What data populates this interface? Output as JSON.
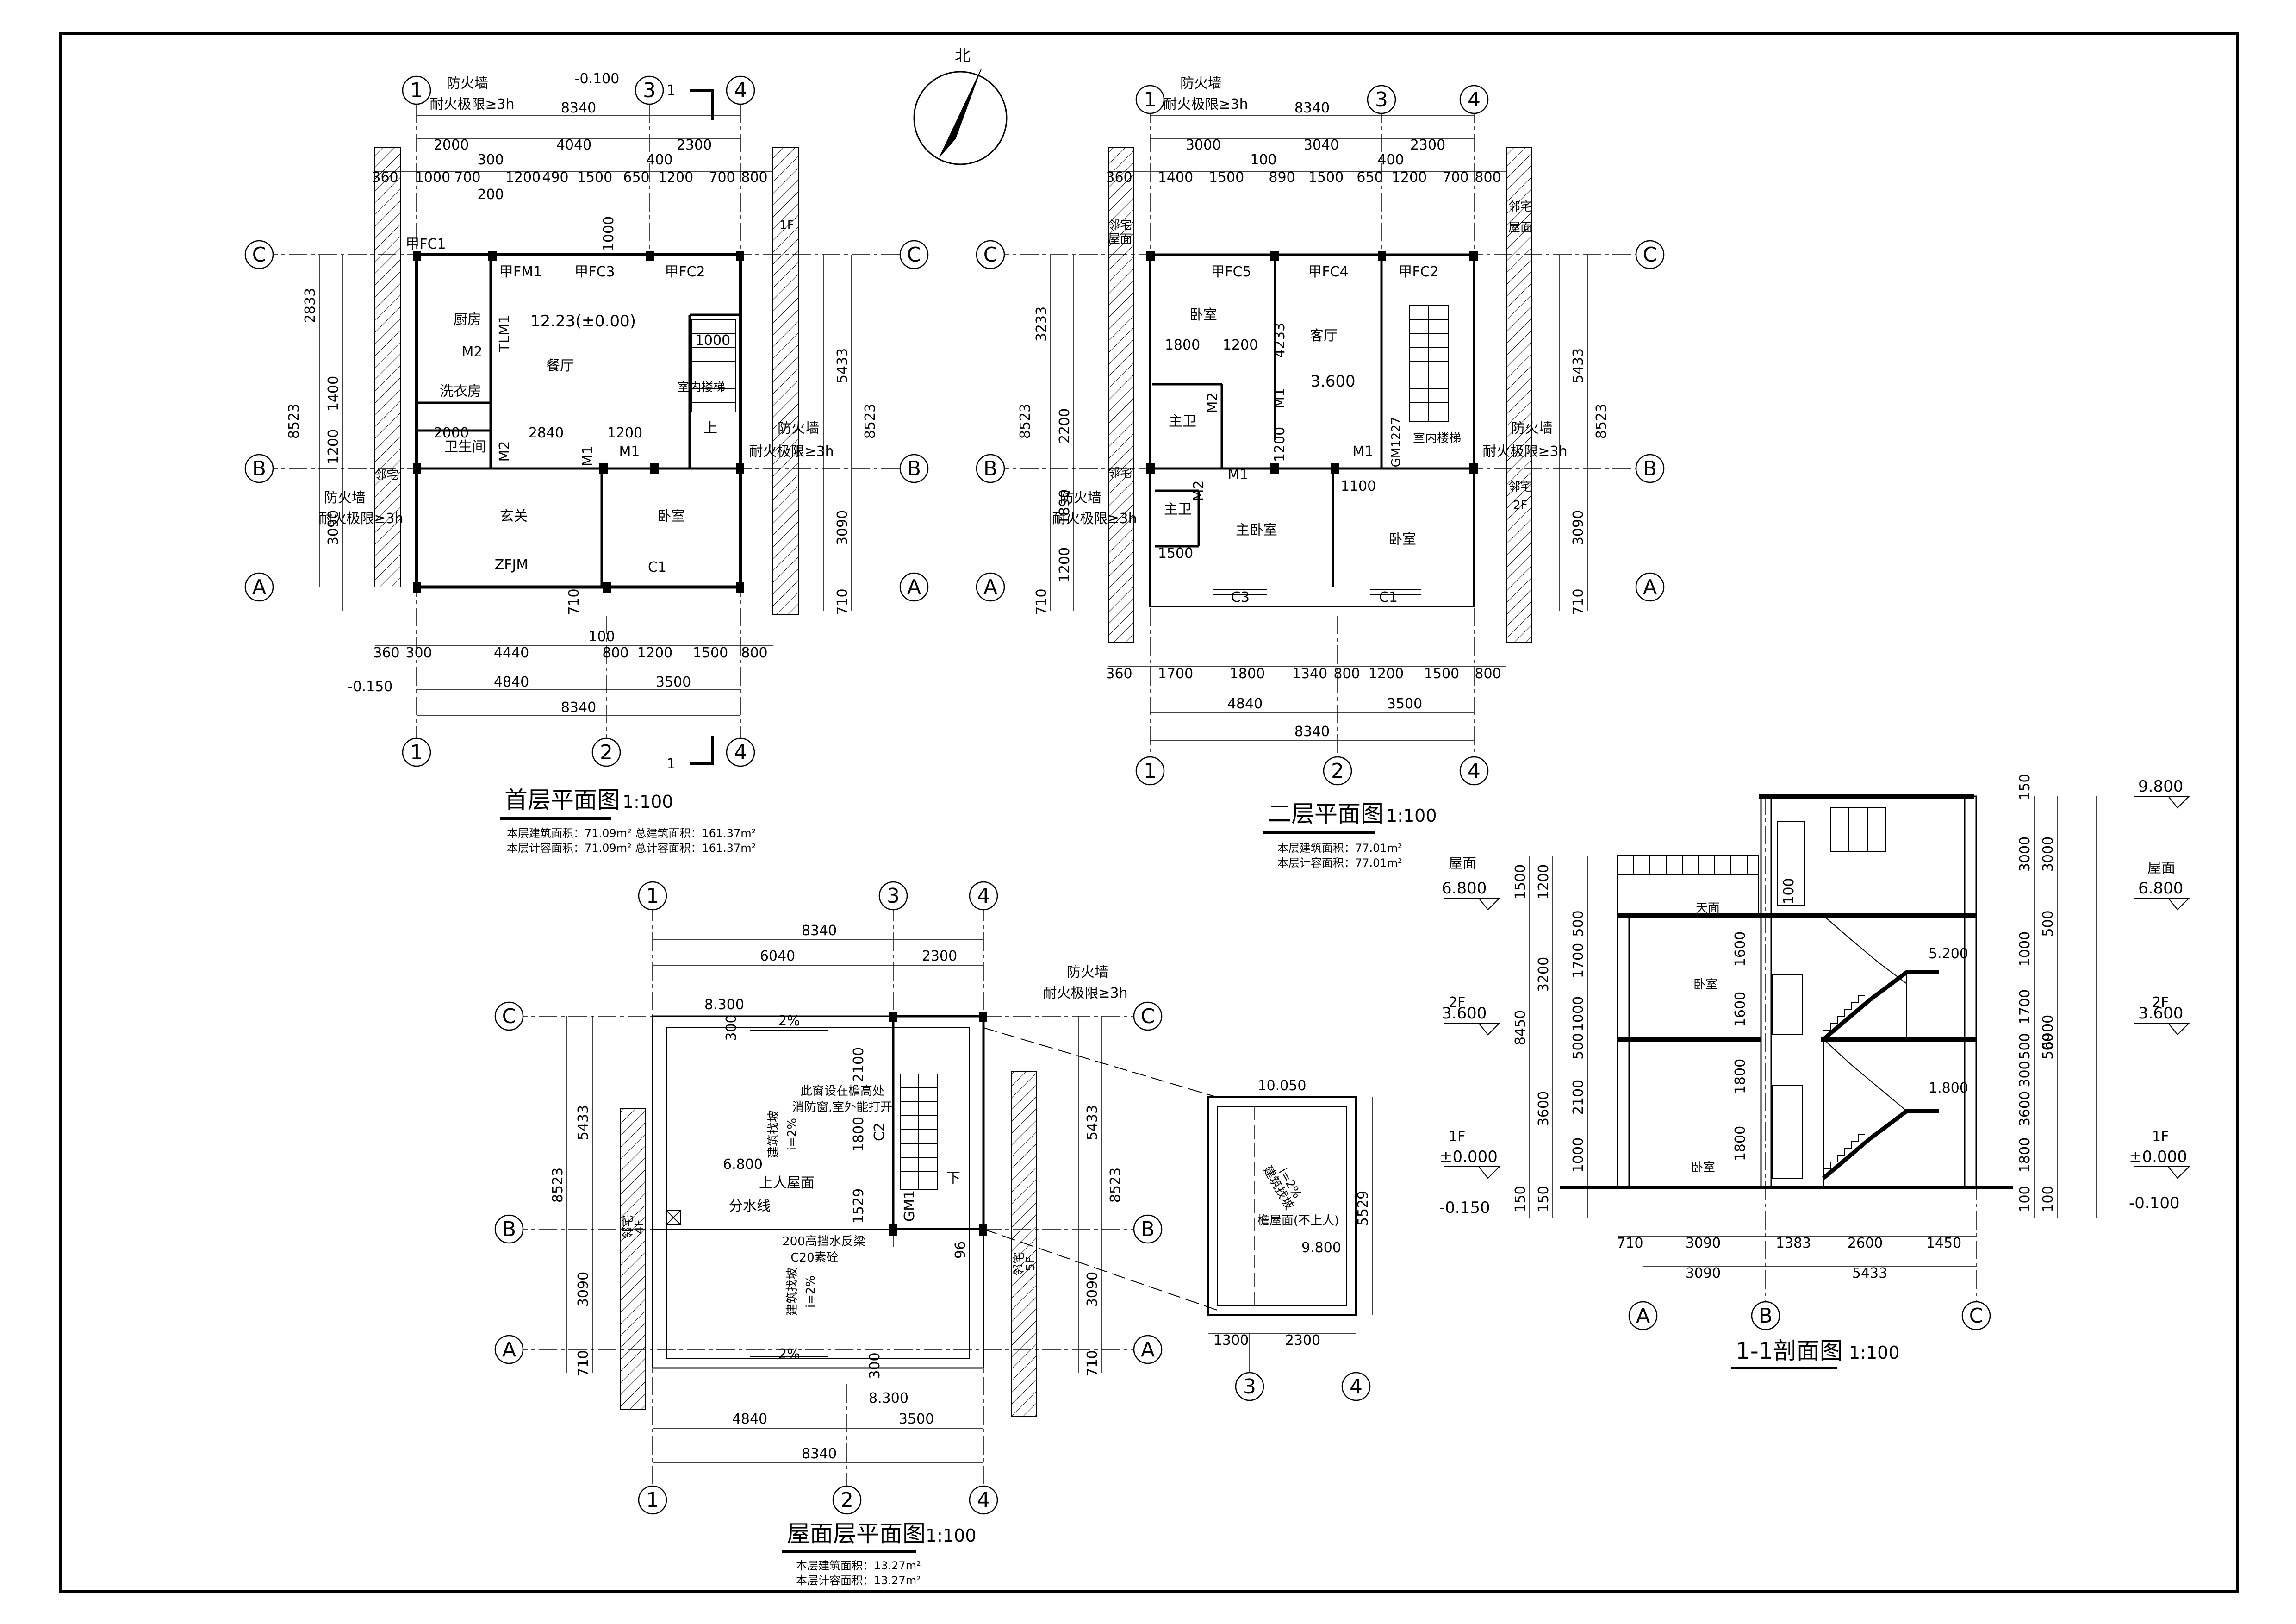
{
  "north_label": "北",
  "axis_letters": [
    "A",
    "B",
    "C"
  ],
  "axis_numbers": [
    "1",
    "2",
    "3",
    "4"
  ],
  "ground_floor": {
    "title": "首层平面图",
    "scale": "1:100",
    "area_line1": "本层建筑面积：71.09m²   总建筑面积：161.37m²",
    "area_line2": "本层计容面积：71.09m²   总计容面积：161.37m²",
    "elev_top": "-0.100",
    "elev_bottom": "-0.150",
    "elev_center": "12.23(±0.00)",
    "dim_overall": "8340",
    "dims_top_row1": [
      "2000",
      "4040",
      "2300"
    ],
    "dims_top_row2": [
      "360",
      "1000",
      "700",
      "1200",
      "490",
      "1500",
      "650",
      "1200",
      "700",
      "800"
    ],
    "dims_top_small": [
      "300",
      "200",
      "400",
      "1000"
    ],
    "dims_bottom_row1": [
      "360",
      "300",
      "4440",
      "800",
      "1200",
      "1500",
      "800"
    ],
    "dims_bottom_row2": [
      "4840",
      "3500"
    ],
    "dims_bottom_small": [
      "100"
    ],
    "dims_left": [
      "2833",
      "1400",
      "1200",
      "3090",
      "8523"
    ],
    "dims_right": [
      "5433",
      "3090",
      "8523",
      "710",
      "710"
    ],
    "dims_inner": [
      "2000",
      "2840",
      "1200",
      "1000",
      "710"
    ],
    "rooms": [
      "厨房",
      "餐厅",
      "洗衣房",
      "卫生间",
      "玄关",
      "卧室",
      "室内楼梯"
    ],
    "doors": [
      "甲FC1",
      "甲FM1",
      "甲FC3",
      "甲FC2",
      "TLM1",
      "M2",
      "M2",
      "M1",
      "M1",
      "ZFJM",
      "C1"
    ],
    "fire_wall": [
      "防火墙",
      "耐火极限≥3h"
    ],
    "neighbor": [
      "邻宅",
      "1F"
    ],
    "stair_up": "上",
    "section_mark": "1"
  },
  "second_floor": {
    "title": "二层平面图",
    "scale": "1:100",
    "area_line1": "本层建筑面积：77.01m²",
    "area_line2": "本层计容面积：77.01m²",
    "dim_overall": "8340",
    "dims_top_row1": [
      "3000",
      "3040",
      "2300"
    ],
    "dims_top_row2": [
      "360",
      "1400",
      "1500",
      "890",
      "1500",
      "650",
      "1200",
      "700",
      "800"
    ],
    "dims_top_small": [
      "100",
      "400"
    ],
    "dims_bottom_row1": [
      "360",
      "1700",
      "1800",
      "1340",
      "800",
      "1200",
      "1500",
      "800"
    ],
    "dims_bottom_row2": [
      "4840",
      "3500"
    ],
    "dims_left": [
      "3233",
      "2200",
      "1890",
      "1200",
      "8523",
      "710"
    ],
    "dims_right": [
      "5433",
      "8523",
      "3090",
      "710"
    ],
    "dims_inner": [
      "1800",
      "1200",
      "4233",
      "1200",
      "1100",
      "1500"
    ],
    "elev": "3.600",
    "rooms": [
      "卧室",
      "客厅",
      "主卫",
      "主卫",
      "主卧室",
      "卧室",
      "室内楼梯"
    ],
    "doors": [
      "甲FC5",
      "甲FC4",
      "甲FC2",
      "M2",
      "M2",
      "M1",
      "M1",
      "M1",
      "C3",
      "C1",
      "GM1227"
    ],
    "fire_wall": [
      "防火墙",
      "耐火极限≥3h"
    ],
    "neighbor": [
      "邻宅",
      "屋面",
      "2F"
    ]
  },
  "roof_floor": {
    "title": "屋面层平面图",
    "scale": "1:100",
    "area_line1": "本层建筑面积：13.27m²",
    "area_line2": "本层计容面积：13.27m²",
    "dim_overall": "8340",
    "dims_top": [
      "6040",
      "2300"
    ],
    "dims_bottom_row1": [
      "4840",
      "3500"
    ],
    "dims_left": [
      "5433",
      "8523",
      "3090",
      "710"
    ],
    "dims_right": [
      "5433",
      "8523",
      "3090",
      "710"
    ],
    "elevations": [
      "8.300",
      "6.800",
      "8.300"
    ],
    "slopes": [
      "2%",
      "2%",
      "i=2%",
      "i=2%"
    ],
    "labels": [
      "上人屋面",
      "分水线",
      "200高挡水反梁",
      "C20素砼",
      "此窗设在檐高处",
      "建筑找坡",
      "建筑找坡",
      "消防窗,室外能打开"
    ],
    "dims_inner": [
      "300",
      "2100",
      "1800",
      "1529",
      "300",
      "96",
      "C2",
      "GM1"
    ],
    "fire_wall": [
      "防火墙",
      "耐火极限≥3h"
    ],
    "neighbor": [
      "邻宅",
      "4F",
      "邻宅",
      "5F"
    ],
    "stair_down": "下"
  },
  "roof_detail": {
    "elev_top": "10.050",
    "elev_mid": "9.800",
    "label": "檐屋面(不上人)",
    "slope": "i=2%",
    "slope_label": "建筑找坡",
    "dim_right": "5529",
    "dims_bottom": [
      "1300",
      "2300"
    ],
    "axes": [
      "3",
      "4"
    ]
  },
  "section": {
    "title": "1-1剖面图",
    "scale": "1:100",
    "levels_left": [
      {
        "name": "屋面",
        "elev": "6.800"
      },
      {
        "name": "2F",
        "elev": "3.600"
      },
      {
        "name": "1F",
        "elev": "±0.000"
      },
      {
        "name": "",
        "elev": "-0.150"
      }
    ],
    "levels_right": [
      {
        "name": "",
        "elev": "9.800"
      },
      {
        "name": "屋面",
        "elev": "6.800"
      },
      {
        "name": "2F",
        "elev": "3.600"
      },
      {
        "name": "1F",
        "elev": "±0.000"
      },
      {
        "name": "",
        "elev": "-0.100"
      }
    ],
    "dims_left_outer": [
      "1500",
      "1200",
      "3200",
      "8450",
      "3600",
      "150",
      "150"
    ],
    "dims_left_inner": [
      "500",
      "1700",
      "1000",
      "500",
      "2100",
      "1000"
    ],
    "dims_right_outer": [
      "150",
      "3000",
      "1000",
      "500",
      "300",
      "3600",
      "6900",
      "100"
    ],
    "dims_right_inner": [
      "3000",
      "500",
      "1700",
      "500",
      "1000",
      "1800",
      "100"
    ],
    "dims_inner": [
      "1600",
      "1600",
      "1800",
      "1800",
      "100"
    ],
    "elev_inner": [
      "5.200",
      "1.800"
    ],
    "dims_bottom_row1": [
      "710",
      "3090",
      "1383",
      "2600",
      "1450"
    ],
    "dims_bottom_row2": [
      "3090",
      "5433"
    ],
    "rooms": [
      "天面",
      "卧室",
      "卧室"
    ],
    "axes": [
      "A",
      "B",
      "C"
    ]
  }
}
